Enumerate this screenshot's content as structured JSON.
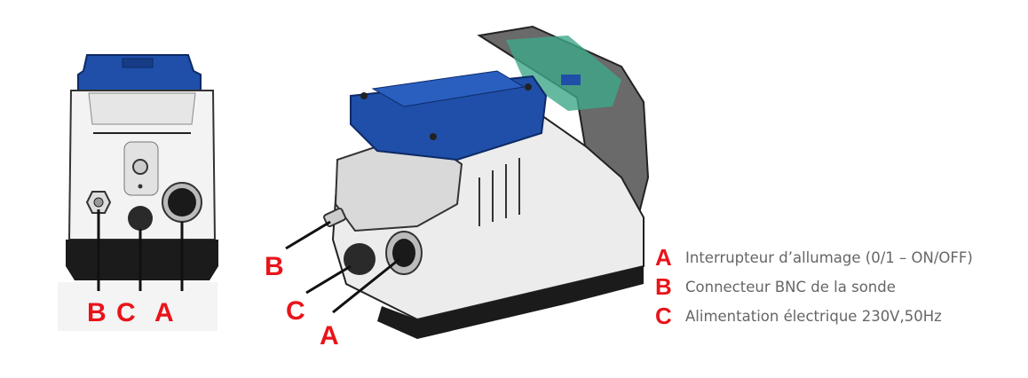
{
  "labels": {
    "a": "A",
    "b": "B",
    "c": "C"
  },
  "legend": [
    {
      "letter": "A",
      "text": "Interrupteur d’allumage (0/1 – ON/OFF)"
    },
    {
      "letter": "B",
      "text": "Connecteur BNC de la sonde"
    },
    {
      "letter": "C",
      "text": "Alimentation électrique 230V,50Hz"
    }
  ],
  "colors": {
    "label": "#e8141a",
    "lid": "#1f4fa8",
    "body": "#f2f2f2",
    "base": "#1a1a1a",
    "display": "#3fa88a"
  }
}
